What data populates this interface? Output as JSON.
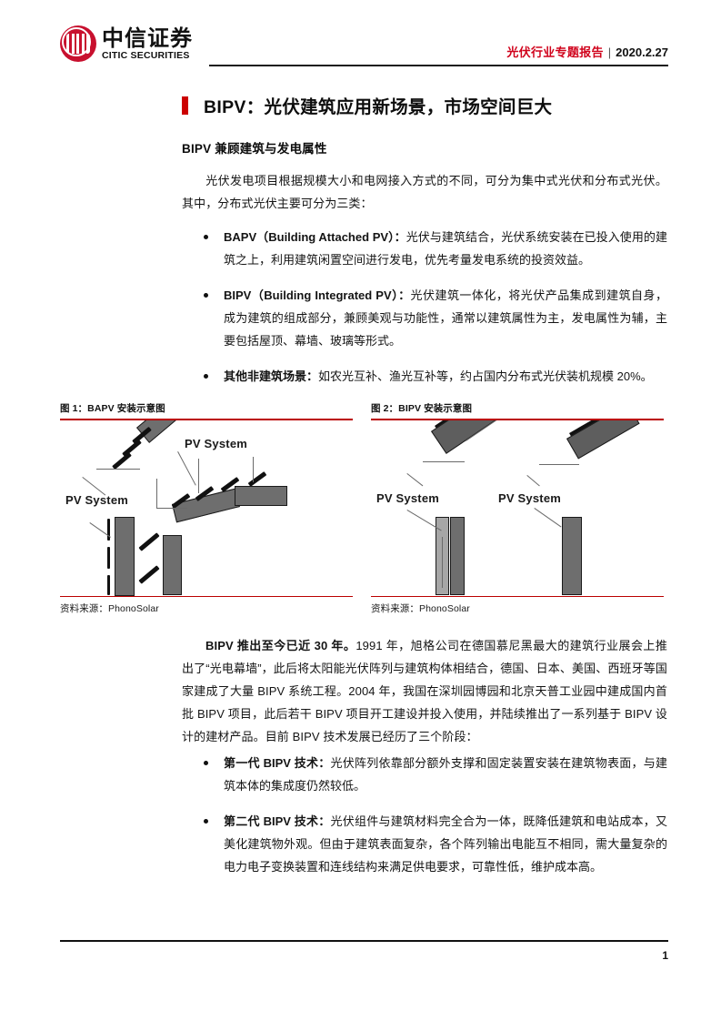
{
  "header": {
    "logo_cn": "中信证券",
    "logo_en": "CITIC SECURITIES",
    "category": "光伏行业专题报告",
    "separator": "|",
    "date": "2020.2.27"
  },
  "title": "BIPV：光伏建筑应用新场景，市场空间巨大",
  "subheading": "BIPV 兼顾建筑与发电属性",
  "intro_paragraph": "光伏发电项目根据规模大小和电网接入方式的不同，可分为集中式光伏和分布式光伏。其中，分布式光伏主要可分为三类：",
  "bullets_top": [
    {
      "lead": "BAPV（Building Attached PV）：",
      "text": "光伏与建筑结合，光伏系统安装在已投入使用的建筑之上，利用建筑闲置空间进行发电，优先考量发电系统的投资效益。"
    },
    {
      "lead": "BIPV（Building Integrated PV）：",
      "text": "光伏建筑一体化，将光伏产品集成到建筑自身，成为建筑的组成部分，兼顾美观与功能性，通常以建筑属性为主，发电属性为辅，主要包括屋顶、幕墙、玻璃等形式。"
    },
    {
      "lead": "其他非建筑场景：",
      "text": "如农光互补、渔光互补等，约占国内分布式光伏装机规模 20%。"
    }
  ],
  "figures": [
    {
      "title": "图 1：BAPV 安装示意图",
      "source": "资料来源：PhonoSolar",
      "labels": [
        "PV System",
        "PV System"
      ]
    },
    {
      "title": "图 2：BIPV 安装示意图",
      "source": "资料来源：PhonoSolar",
      "labels": [
        "PV System",
        "PV System"
      ]
    }
  ],
  "history_paragraph": {
    "lead": "BIPV 推出至今已近 30 年。",
    "text": "1991 年，旭格公司在德国慕尼黑最大的建筑行业展会上推出了“光电幕墙”，此后将太阳能光伏阵列与建筑构体相结合，德国、日本、美国、西班牙等国家建成了大量 BIPV 系统工程。2004 年，我国在深圳园博园和北京天普工业园中建成国内首批 BIPV 项目，此后若干 BIPV 项目开工建设并投入使用，并陆续推出了一系列基于 BIPV 设计的建材产品。目前 BIPV 技术发展已经历了三个阶段："
  },
  "bullets_bottom": [
    {
      "lead": "第一代 BIPV 技术：",
      "text": "光伏阵列依靠部分额外支撑和固定装置安装在建筑物表面，与建筑本体的集成度仍然较低。"
    },
    {
      "lead": "第二代 BIPV 技术：",
      "text": "光伏组件与建筑材料完全合为一体，既降低建筑和电站成本，又美化建筑物外观。但由于建筑表面复杂，各个阵列输出电能互不相同，需大量复杂的电力电子变换装置和连线结构来满足供电要求，可靠性低，维护成本高。"
    }
  ],
  "footer": {
    "page_number": "1"
  },
  "colors": {
    "brand_red": "#c8102e",
    "accent_red": "#cc0000",
    "rule_red": "#bb0000",
    "text": "#141414"
  }
}
